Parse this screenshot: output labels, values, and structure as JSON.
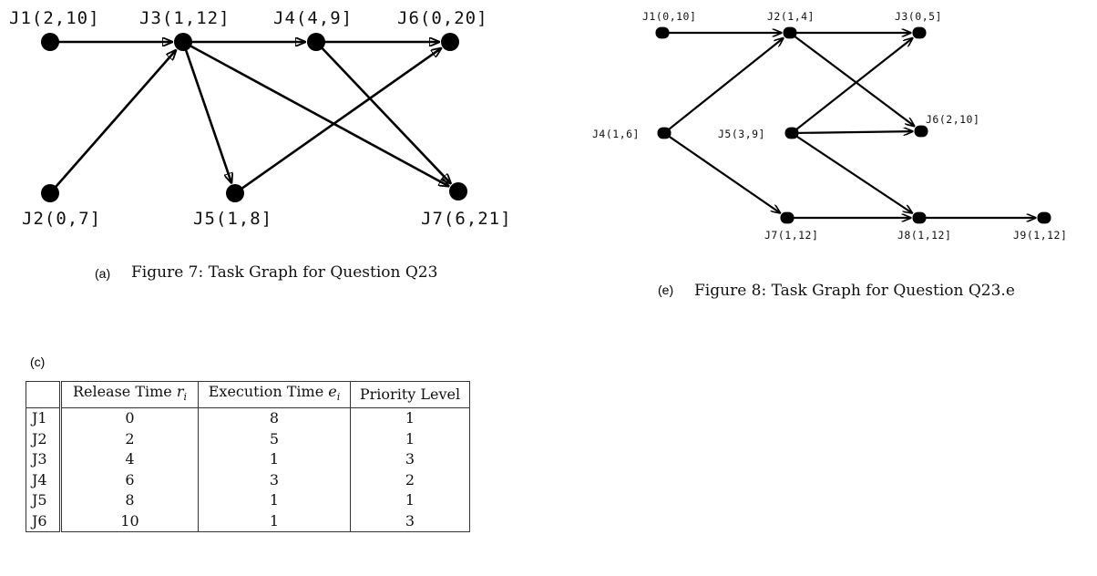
{
  "figure_a": {
    "panel": "(a)",
    "caption": "Figure 7: Task Graph for Question Q23",
    "nodes": [
      {
        "id": "J1",
        "label": "J1(2,10]"
      },
      {
        "id": "J3",
        "label": "J3(1,12]"
      },
      {
        "id": "J4",
        "label": "J4(4,9]"
      },
      {
        "id": "J6",
        "label": "J6(0,20]"
      },
      {
        "id": "J2",
        "label": "J2(0,7]"
      },
      {
        "id": "J5",
        "label": "J5(1,8]"
      },
      {
        "id": "J7",
        "label": "J7(6,21]"
      }
    ],
    "edges": [
      [
        "J1",
        "J3"
      ],
      [
        "J2",
        "J3"
      ],
      [
        "J3",
        "J4"
      ],
      [
        "J4",
        "J6"
      ],
      [
        "J3",
        "J5"
      ],
      [
        "J3",
        "J7"
      ],
      [
        "J4",
        "J7"
      ],
      [
        "J5",
        "J6"
      ]
    ]
  },
  "figure_e": {
    "panel": "(e)",
    "caption": "Figure 8: Task Graph for Question Q23.e",
    "nodes": [
      {
        "id": "J1",
        "label": "J1(0,10]"
      },
      {
        "id": "J2",
        "label": "J2(1,4]"
      },
      {
        "id": "J3",
        "label": "J3(0,5]"
      },
      {
        "id": "J4",
        "label": "J4(1,6]"
      },
      {
        "id": "J5",
        "label": "J5(3,9]"
      },
      {
        "id": "J6",
        "label": "J6(2,10]"
      },
      {
        "id": "J7",
        "label": "J7(1,12]"
      },
      {
        "id": "J8",
        "label": "J8(1,12]"
      },
      {
        "id": "J9",
        "label": "J9(1,12]"
      }
    ],
    "edges": [
      [
        "J1",
        "J2"
      ],
      [
        "J2",
        "J3"
      ],
      [
        "J2",
        "J6"
      ],
      [
        "J4",
        "J2"
      ],
      [
        "J4",
        "J7"
      ],
      [
        "J5",
        "J3"
      ],
      [
        "J5",
        "J6"
      ],
      [
        "J5",
        "J8"
      ],
      [
        "J7",
        "J8"
      ],
      [
        "J8",
        "J9"
      ]
    ]
  },
  "table_c": {
    "panel": "(c)",
    "headers": [
      "",
      "Release Time r_i",
      "Execution Time e_i",
      "Priority Level"
    ],
    "header_parts": [
      {
        "text": "Release Time ",
        "var": "r",
        "sub": "i"
      },
      {
        "text": "Execution Time ",
        "var": "e",
        "sub": "i"
      },
      {
        "text": "Priority Level",
        "var": "",
        "sub": ""
      }
    ],
    "rows": [
      {
        "job": "J1",
        "release": "0",
        "exec": "8",
        "priority": "1"
      },
      {
        "job": "J2",
        "release": "2",
        "exec": "5",
        "priority": "1"
      },
      {
        "job": "J3",
        "release": "4",
        "exec": "1",
        "priority": "3"
      },
      {
        "job": "J4",
        "release": "6",
        "exec": "3",
        "priority": "2"
      },
      {
        "job": "J5",
        "release": "8",
        "exec": "1",
        "priority": "1"
      },
      {
        "job": "J6",
        "release": "10",
        "exec": "1",
        "priority": "3"
      }
    ]
  }
}
